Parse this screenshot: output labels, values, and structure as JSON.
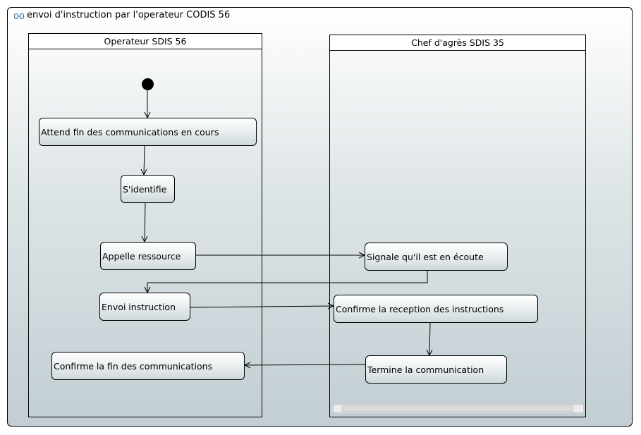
{
  "diagram": {
    "title": "envoi d'instruction par l'operateur CODIS 56",
    "lanes": [
      {
        "id": "operateur",
        "label": "Operateur SDIS 56"
      },
      {
        "id": "chef",
        "label": "Chef d'agrès SDIS 35"
      }
    ],
    "nodes": {
      "attend": "Attend fin des communications en cours",
      "identifie": "S'identifie",
      "appelle": "Appelle ressource",
      "envoi": "Envoi instruction",
      "confirme_fin": "Confirme la fin des communications",
      "signale": "Signale qu'il est en écoute",
      "confirme_reception": "Confirme la reception des instructions",
      "termine": "Termine la communication"
    },
    "edges": [
      {
        "from": "initial",
        "to": "attend"
      },
      {
        "from": "attend",
        "to": "identifie"
      },
      {
        "from": "identifie",
        "to": "appelle"
      },
      {
        "from": "appelle",
        "to": "signale"
      },
      {
        "from": "signale",
        "to": "envoi"
      },
      {
        "from": "envoi",
        "to": "confirme_reception"
      },
      {
        "from": "confirme_reception",
        "to": "termine"
      },
      {
        "from": "termine",
        "to": "confirme_fin"
      }
    ]
  }
}
